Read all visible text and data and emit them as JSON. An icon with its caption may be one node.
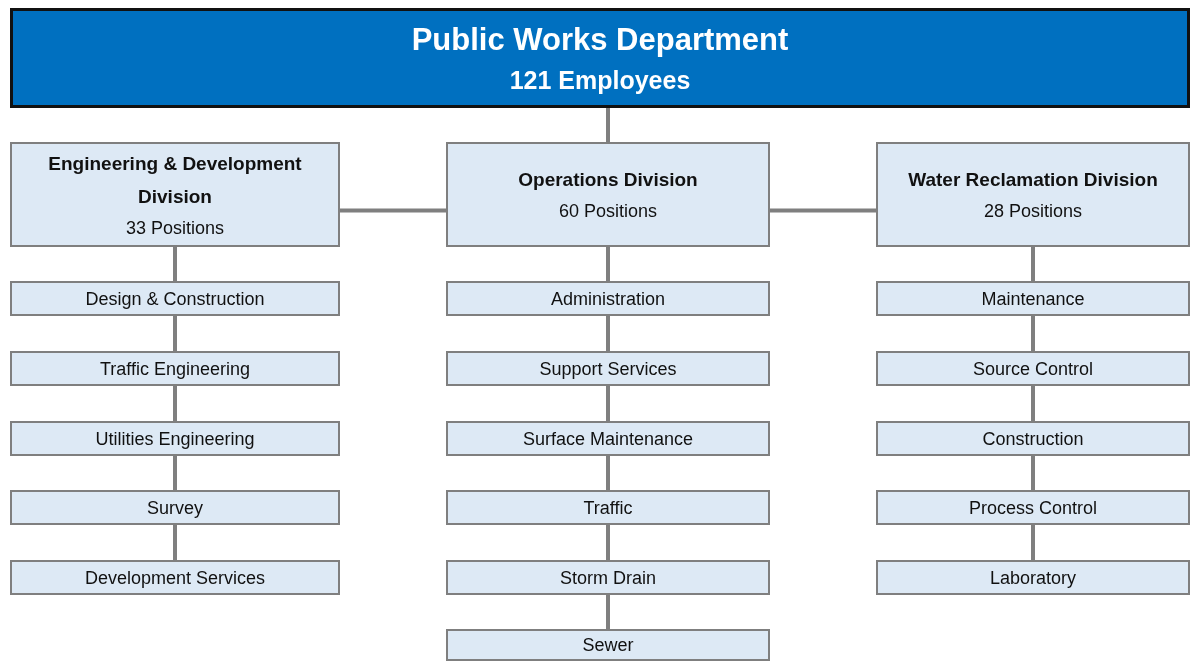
{
  "diagram": {
    "nodes": [
      {
        "text": [
          "Public Works Department",
          "121 Employees"
        ]
      },
      {
        "text": [
          "Engineering & Development Division",
          "33 Positions"
        ]
      },
      {
        "text": [
          "Operations Division",
          "60 Positions"
        ]
      },
      {
        "text": [
          "Water Reclamation Division",
          "28 Positions"
        ]
      },
      {
        "text": [
          "Design & Construction"
        ]
      },
      {
        "text": [
          "Administration"
        ]
      },
      {
        "text": [
          "Maintenance"
        ]
      },
      {
        "text": [
          "Traffic Engineering"
        ]
      },
      {
        "text": [
          "Support Services"
        ]
      },
      {
        "text": [
          "Source Control"
        ]
      },
      {
        "text": [
          "Utilities Engineering"
        ]
      },
      {
        "text": [
          "Surface Maintenance"
        ]
      },
      {
        "text": [
          "Construction"
        ]
      },
      {
        "text": [
          "Survey"
        ]
      },
      {
        "text": [
          "Traffic"
        ]
      },
      {
        "text": [
          "Process Control"
        ]
      },
      {
        "text": [
          "Development Services"
        ]
      },
      {
        "text": [
          "Storm Drain"
        ]
      },
      {
        "text": [
          "Laboratory"
        ]
      },
      {
        "text": [
          "Sewer"
        ]
      }
    ],
    "edges": [
      {
        "from": 0,
        "to": 2,
        "arrow": "none"
      },
      {
        "from": 2,
        "to": 1,
        "arrow": "none"
      },
      {
        "from": 2,
        "to": 3,
        "arrow": "none"
      },
      {
        "from": 1,
        "to": 4,
        "arrow": "none"
      },
      {
        "from": 4,
        "to": 7,
        "arrow": "none"
      },
      {
        "from": 7,
        "to": 10,
        "arrow": "none"
      },
      {
        "from": 10,
        "to": 13,
        "arrow": "none"
      },
      {
        "from": 13,
        "to": 16,
        "arrow": "none"
      },
      {
        "from": 2,
        "to": 5,
        "arrow": "none"
      },
      {
        "from": 5,
        "to": 8,
        "arrow": "none"
      },
      {
        "from": 8,
        "to": 11,
        "arrow": "none"
      },
      {
        "from": 11,
        "to": 14,
        "arrow": "none"
      },
      {
        "from": 14,
        "to": 17,
        "arrow": "none"
      },
      {
        "from": 17,
        "to": 19,
        "arrow": "none"
      },
      {
        "from": 3,
        "to": 6,
        "arrow": "none"
      },
      {
        "from": 6,
        "to": 9,
        "arrow": "none"
      },
      {
        "from": 9,
        "to": 12,
        "arrow": "none"
      },
      {
        "from": 12,
        "to": 15,
        "arrow": "none"
      },
      {
        "from": 15,
        "to": 18,
        "arrow": "none"
      }
    ]
  }
}
